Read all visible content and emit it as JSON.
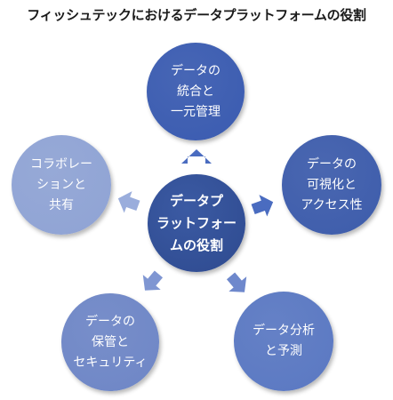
{
  "title": "フィッシュテックにおけるデータプラットフォームの役割",
  "center": {
    "label": "データプ\nラットフォー\nムの役割",
    "color": "#2e4a8f"
  },
  "nodes": [
    {
      "key": "integration",
      "label": "データの\n統合と\n一元管理",
      "color": "#3a5bb0"
    },
    {
      "key": "visualization",
      "label": "データの\n可視化と\nアクセス性",
      "color": "#3d5cab"
    },
    {
      "key": "analysis",
      "label": "データ分析\nと予測",
      "color": "#5a78c2"
    },
    {
      "key": "storage",
      "label": "データの\n保管と\nセキュリティ",
      "color": "#6e86c6"
    },
    {
      "key": "collaboration",
      "label": "コラボレー\nションと\n共有",
      "color": "#8fa3d4"
    }
  ],
  "arrow_color": "#4a6cc0"
}
